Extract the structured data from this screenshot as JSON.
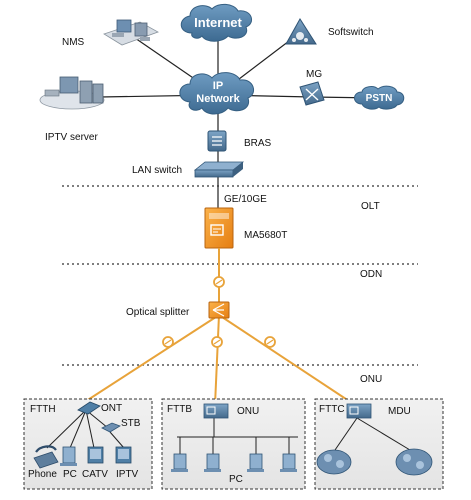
{
  "network": {
    "internet": "Internet",
    "ip_network_line1": "IP",
    "ip_network_line2": "Network",
    "softswitch": "Softswitch",
    "nms": "NMS",
    "mg": "MG",
    "pstn": "PSTN",
    "iptv_server": "IPTV server",
    "bras": "BRAS",
    "lan_switch": "LAN switch"
  },
  "olt": {
    "uplink": "GE/10GE",
    "zone": "OLT",
    "device": "MA5680T"
  },
  "odn": {
    "zone": "ODN",
    "splitter": "Optical splitter"
  },
  "onu": {
    "zone": "ONU",
    "ftth": {
      "title": "FTTH",
      "ont": "ONT",
      "stb": "STB",
      "phone": "Phone",
      "pc": "PC",
      "catv": "CATV",
      "iptv": "IPTV"
    },
    "fttb": {
      "title": "FTTB",
      "device": "ONU",
      "pc": "PC"
    },
    "fttc": {
      "title": "FTTC",
      "device": "MDU"
    }
  },
  "colors": {
    "cloud": "#4f7fa6",
    "fiber": "#e8a33a",
    "olt": "#f39a2a",
    "line": "#222222",
    "box_bg": "#ececec"
  }
}
